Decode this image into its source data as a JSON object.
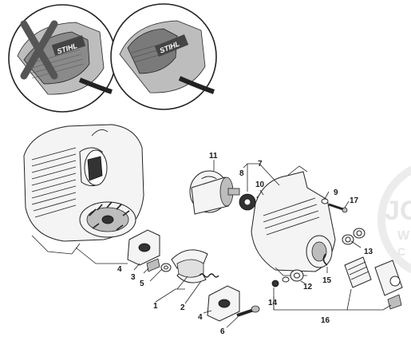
{
  "brand": {
    "logo_text_left": "STIHL",
    "logo_text_right": "STIHL"
  },
  "watermark": {
    "line1": "JO",
    "line2": "W",
    "line3": "C"
  },
  "callouts": [
    {
      "text": "1"
    },
    {
      "text": "2"
    },
    {
      "text": "3"
    },
    {
      "text": "4"
    },
    {
      "text": "4"
    },
    {
      "text": "5"
    },
    {
      "text": "6"
    },
    {
      "text": "7"
    },
    {
      "text": "8"
    },
    {
      "text": "9"
    },
    {
      "text": "10"
    },
    {
      "text": "11"
    },
    {
      "text": "12"
    },
    {
      "text": "13"
    },
    {
      "text": "14"
    },
    {
      "text": "15"
    },
    {
      "text": "16"
    },
    {
      "text": "17"
    }
  ],
  "colors": {
    "line": "#222222",
    "cross": "#555555",
    "background": "#ffffff"
  }
}
